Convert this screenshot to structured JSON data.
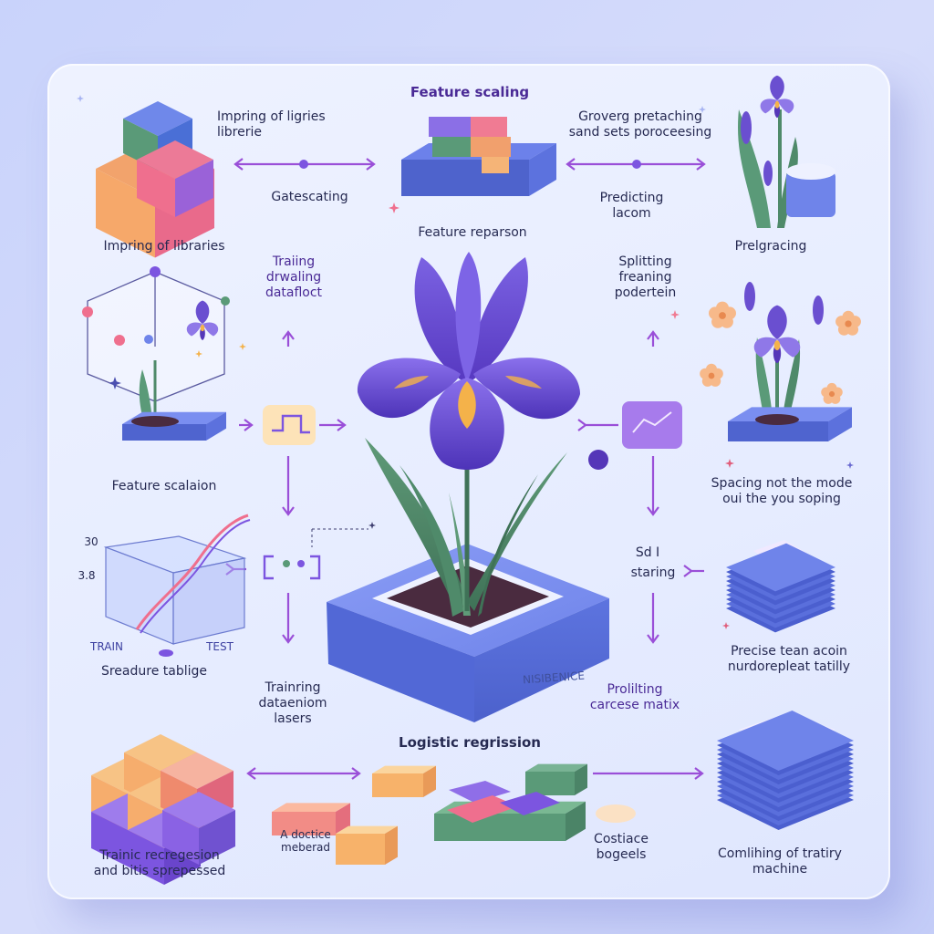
{
  "labels": {
    "feature_scaling_top": "Feature scaling",
    "imprint_libraries_top": "Impring of ligries\nlibrerie",
    "grouping_preprocessing": "Groverg pretaching\nsand sets poroceesing",
    "gatescating": "Gatescating",
    "predicting_lacom": "Predicting\nlacom",
    "feature_reparson": "Feature reparson",
    "imprint_libraries_left": "Impring of libraries",
    "preigracing": "Prelgracing",
    "training_drawing": "Traiing\ndrwaling\ndatafloct",
    "splitting_freaning": "Splitting\nfreaning\npodertein",
    "feature_scalaion": "Feature scalaion",
    "spacing_mode": "Spacing not the mode\noui  the you soping",
    "chart_30": "30",
    "chart_38": "3.8",
    "sd": "Sd I",
    "staring": "staring",
    "train": "TRAIN",
    "test": "TEST",
    "sreadure_tablige": "Sreadure tablige",
    "precise_tean": "Precise tean acoin\nnurdorepleat tatilly",
    "training_dataeniom": "Trainring\ndataeniom\nlasers",
    "base_label": "NISIBENICE",
    "prolitting": "Prolilting\ncarcese matix",
    "logistic_regression": "Logistic regrission",
    "training_regression": "Trainic recregesion\nand bitis sprepessed",
    "a_doctice": "A doctice\nmeberad",
    "costiace": "Costiace\nbogeels",
    "combining": "Comlihing of tratiry\nmachine"
  },
  "colors": {
    "petal": "#6a4fd0",
    "petal_light": "#8f78e8",
    "petal_yellow": "#f4b24a",
    "leaf": "#4f8a6a",
    "base_blue": "#5f76e0",
    "arrow": "#9a4fd8",
    "cube_orange": "#f7b26a",
    "cube_pink": "#ef6f8e",
    "cube_green": "#5a9a78",
    "cube_purple": "#7c55e0"
  },
  "icons": [
    "iris-flower-icon",
    "cube-stack-icon",
    "arrow-icon",
    "sparkle-icon",
    "scatter-plot-icon",
    "card-stack-icon",
    "cylinder-icon",
    "flow-icon"
  ]
}
